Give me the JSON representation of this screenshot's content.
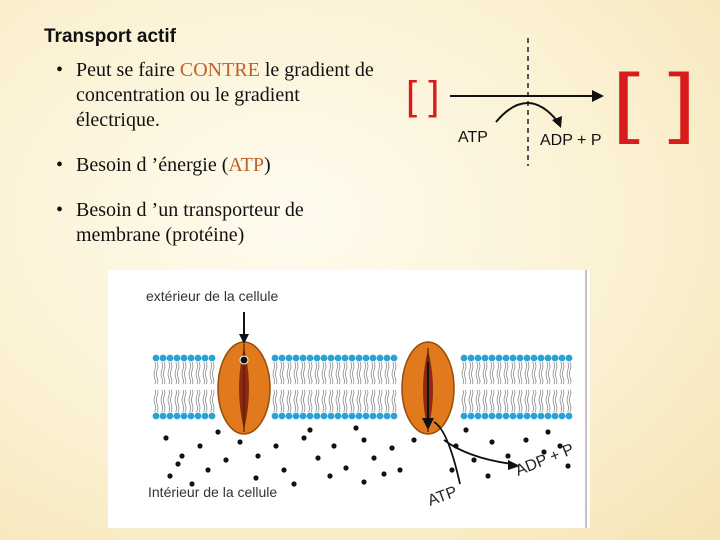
{
  "title": "Transport actif",
  "bullets": {
    "b1_pre": "Peut se faire ",
    "b1_hl": "CONTRE",
    "b1_post": " le gradient de concentration ou le gradient électrique.",
    "b2_pre": "Besoin d ’énergie (",
    "b2_hl": "ATP",
    "b2_post": ")",
    "b3": "Besoin d ’un transporteur de membrane (protéine)"
  },
  "bullet_glyph": "•",
  "gradient_figure": {
    "left_bracket": "[ ]",
    "right_bracket": "[ ]",
    "atp": "ATP",
    "adp": "ADP + P"
  },
  "cell_figure": {
    "exterior_label": "extérieur de la cellule",
    "interior_label": "Intérieur de la cellule",
    "atp": "ATP",
    "adp": "ADP + P"
  },
  "colors": {
    "bracket": "#d81c1c",
    "highlight": "#c0602a",
    "protein": "#e07a1c",
    "phospholipid_head": "#29a2d8"
  }
}
